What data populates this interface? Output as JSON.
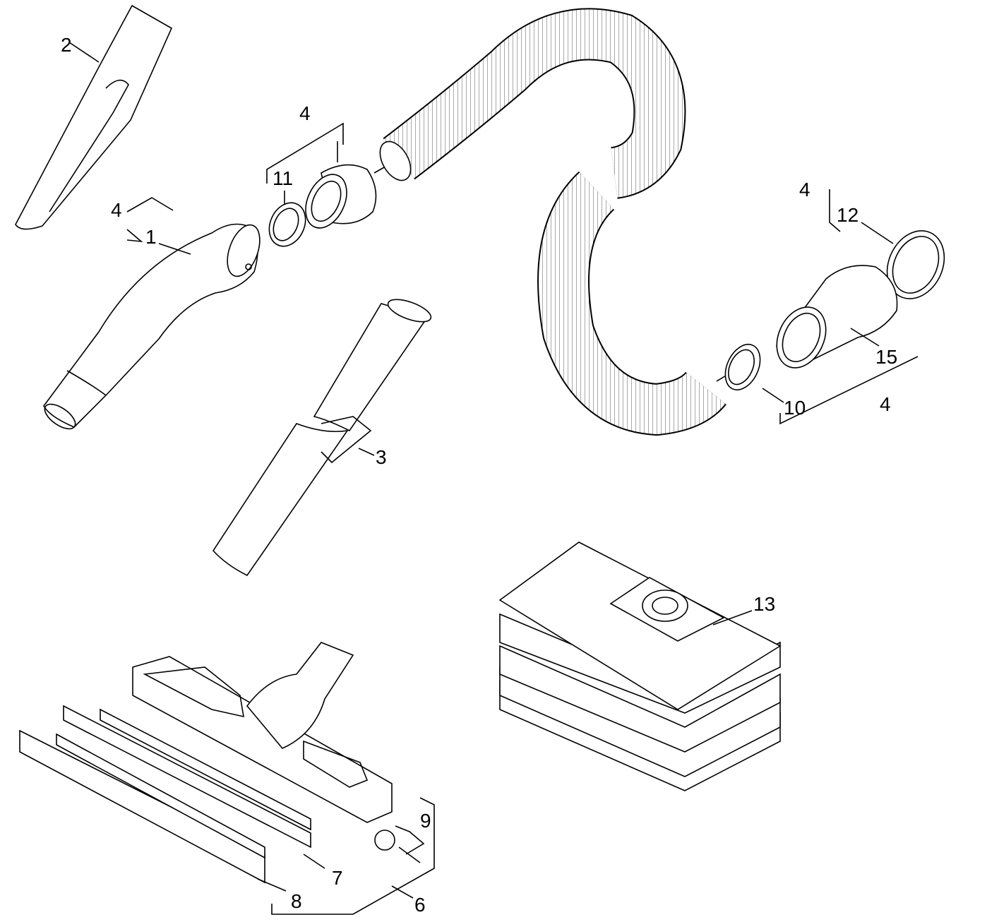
{
  "diagram": {
    "title": "Accessory exploded parts view",
    "colors": {
      "line": "#000000",
      "background": "#ffffff"
    },
    "callouts": [
      {
        "id": "crevice-nozzle",
        "label": "2"
      },
      {
        "id": "hose-kit-top",
        "label": "4"
      },
      {
        "id": "ring-11",
        "label": "11"
      },
      {
        "id": "bend-kit",
        "label": "4"
      },
      {
        "id": "bend",
        "label": "1"
      },
      {
        "id": "connector-kit",
        "label": "4"
      },
      {
        "id": "ring-12",
        "label": "12"
      },
      {
        "id": "connector-15",
        "label": "15"
      },
      {
        "id": "clip-10",
        "label": "10"
      },
      {
        "id": "connector-kit-bottom",
        "label": "4"
      },
      {
        "id": "tubes",
        "label": "3"
      },
      {
        "id": "filter-bags",
        "label": "13"
      },
      {
        "id": "wheels",
        "label": "9"
      },
      {
        "id": "brush-strip",
        "label": "7"
      },
      {
        "id": "rubber-strip",
        "label": "8"
      },
      {
        "id": "floor-nozzle",
        "label": "6"
      }
    ]
  }
}
